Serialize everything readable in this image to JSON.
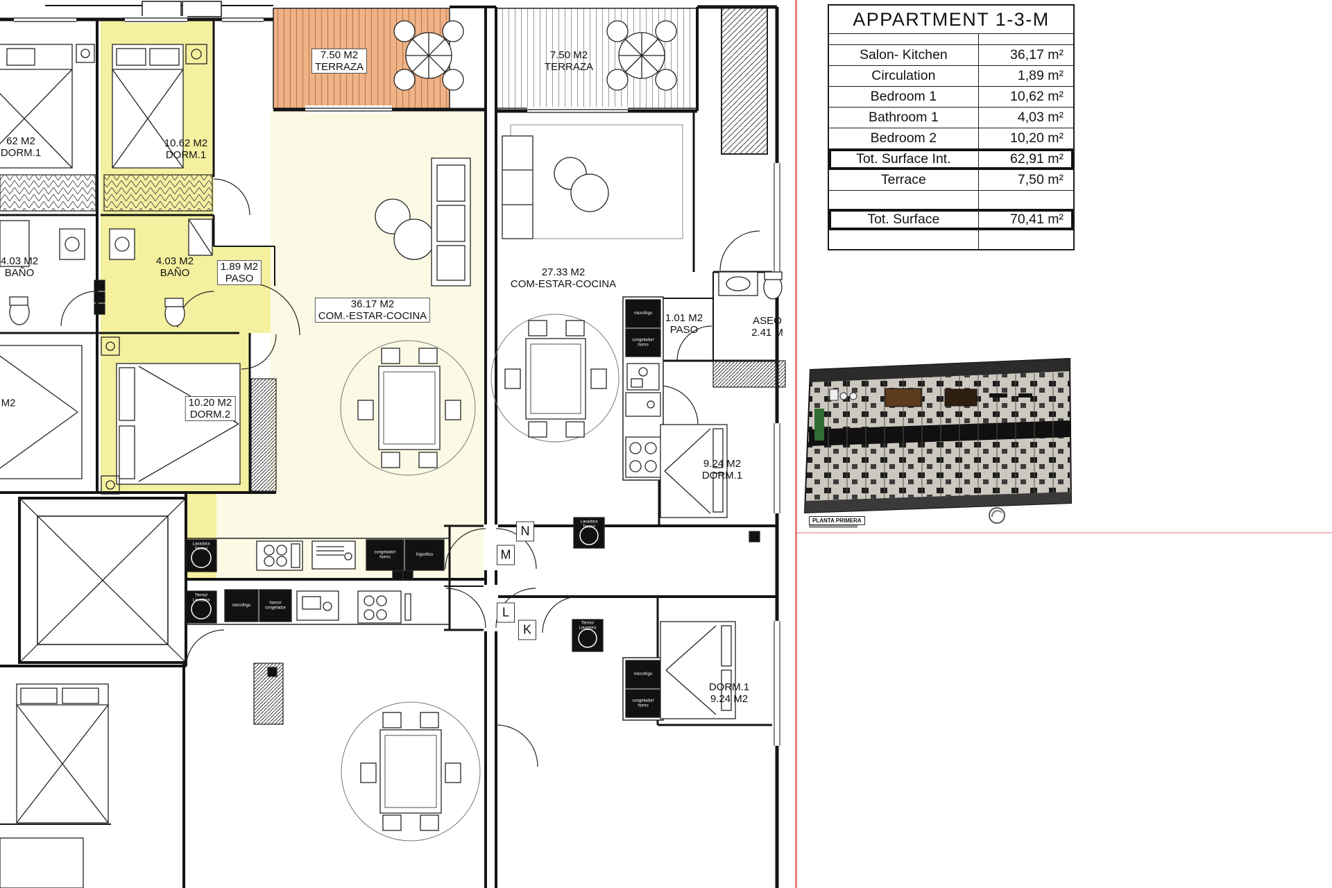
{
  "table": {
    "title": "APPARTMENT 1-3-M",
    "rows": [
      {
        "label": "Salon- Kitchen",
        "value": "36,17 m²"
      },
      {
        "label": "Circulation",
        "value": "1,89 m²"
      },
      {
        "label": "Bedroom 1",
        "value": "10,62 m²"
      },
      {
        "label": "Bathroom 1",
        "value": "4,03 m²"
      },
      {
        "label": "Bedroom 2",
        "value": "10,20 m²"
      },
      {
        "label": "Tot. Surface Int.",
        "value": "62,91 m²"
      },
      {
        "label": "Terrace",
        "value": "7,50 m²"
      },
      {
        "label": "Tot. Surface",
        "value": "70,41 m²"
      }
    ]
  },
  "plan": {
    "labels": [
      {
        "id": "dorm1-left",
        "l1": "62 M2",
        "l2": "DORM.1"
      },
      {
        "id": "dorm1",
        "l1": "10.62 M2",
        "l2": "DORM.1"
      },
      {
        "id": "bano-left",
        "l1": "4.03 M2",
        "l2": "BAÑO"
      },
      {
        "id": "bano",
        "l1": "4.03 M2",
        "l2": "BAÑO"
      },
      {
        "id": "paso",
        "l1": "1.89 M2",
        "l2": "PASO"
      },
      {
        "id": "terraza-left",
        "l1": "7.50 M2",
        "l2": "TERRAZA"
      },
      {
        "id": "terraza-right",
        "l1": "7.50 M2",
        "l2": "TERRAZA"
      },
      {
        "id": "salon",
        "l1": "36.17 M2",
        "l2": "COM.-ESTAR-COCINA"
      },
      {
        "id": "dorm2",
        "l1": "10.20 M2",
        "l2": "DORM.2"
      },
      {
        "id": "m2-partial",
        "l1": "M2",
        "l2": ""
      },
      {
        "id": "salon-right",
        "l1": "27.33 M2",
        "l2": "COM-ESTAR-COCINA"
      },
      {
        "id": "paso-right",
        "l1": "1.01 M2",
        "l2": "PASO"
      },
      {
        "id": "aseo",
        "l1": "ASEO",
        "l2": "2.41 M"
      },
      {
        "id": "dorm1-right",
        "l1": "9.24 M2",
        "l2": "DORM.1"
      },
      {
        "id": "dorm1-bottom",
        "l1": "DORM.1",
        "l2": "9.24 M2"
      }
    ],
    "markers": [
      "N",
      "M",
      "L",
      "K"
    ],
    "appliances": [
      "Lavadora Termo/",
      "congelador/ horno",
      "frigorifico",
      "Termo/ Lavadora",
      "microfrigo",
      "horno/ congelador",
      "microfrigo",
      "congelador/ horno",
      "Lavadora Termo/",
      "Termo/ Lavadora",
      "microfrigo",
      "congelador/ horno"
    ]
  },
  "mini_plan": {
    "caption": "PLANTA PRIMERA"
  }
}
